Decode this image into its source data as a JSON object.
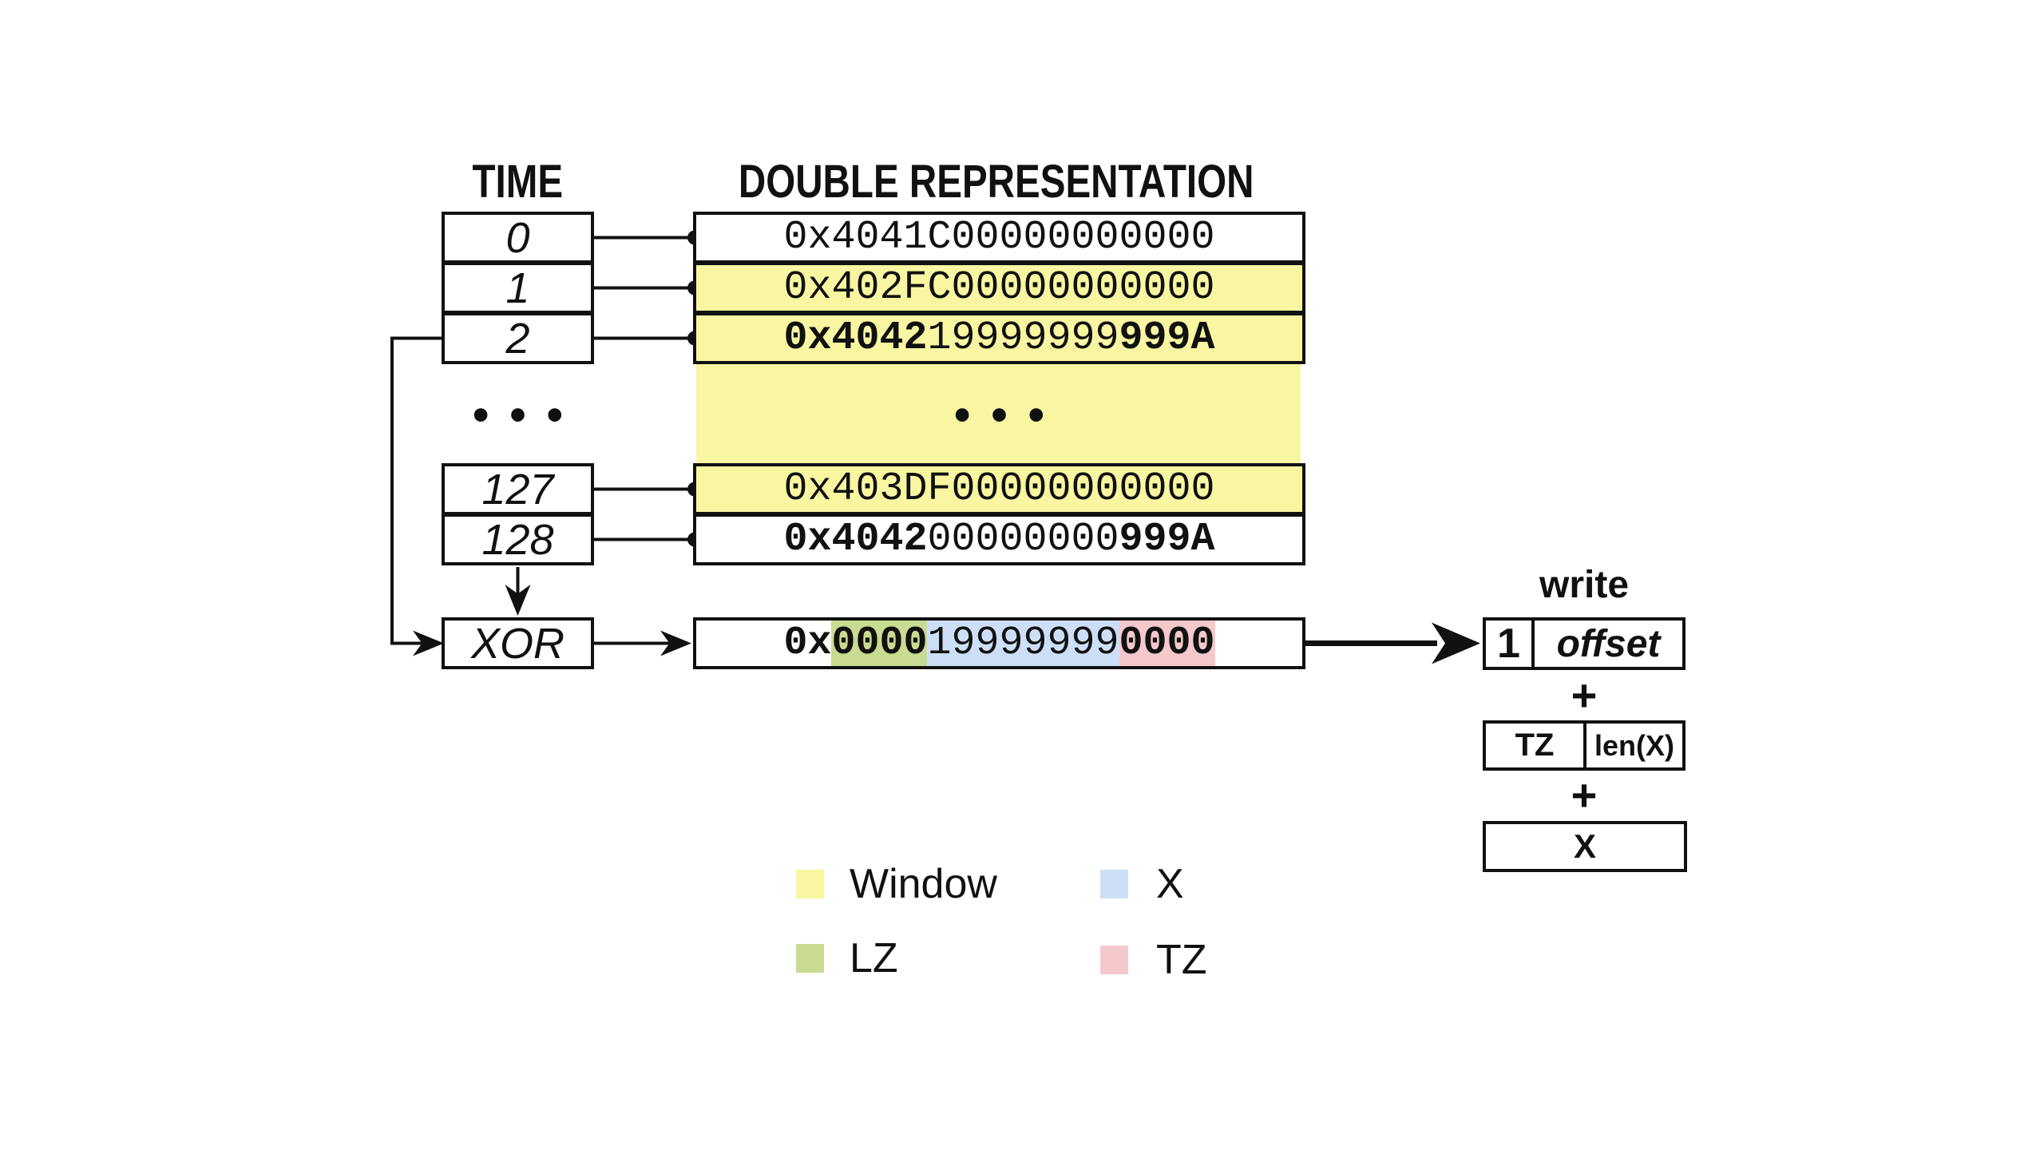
{
  "figure": {
    "headers": {
      "time": "TIME",
      "double_representation": "DOUBLE REPRESENTATION"
    },
    "ellipsis": "•••"
  },
  "table": {
    "rows": [
      {
        "time": "0",
        "window": false,
        "segments": [
          {
            "text": "0x4041C00000000000",
            "bold": false
          }
        ]
      },
      {
        "time": "1",
        "window": true,
        "segments": [
          {
            "text": "0x402FC00000000000",
            "bold": false
          }
        ]
      },
      {
        "time": "2",
        "window": true,
        "segments": [
          {
            "text": "0x4042",
            "bold": true
          },
          {
            "text": "19999999",
            "bold": false
          },
          {
            "text": "999A",
            "bold": true
          }
        ]
      },
      {
        "time": "127",
        "window": true,
        "segments": [
          {
            "text": "0x403DF00000000000",
            "bold": false
          }
        ]
      },
      {
        "time": "128",
        "window": false,
        "segments": [
          {
            "text": "0x4042",
            "bold": true
          },
          {
            "text": "00000000",
            "bold": false
          },
          {
            "text": "999A",
            "bold": true
          }
        ]
      }
    ]
  },
  "xor": {
    "label": "XOR",
    "result_segments": [
      {
        "text": "0x",
        "bold": true,
        "bg": "none"
      },
      {
        "text": "0000",
        "bold": true,
        "bg": "lz"
      },
      {
        "text": "19999999",
        "bold": false,
        "bg": "x"
      },
      {
        "text": "0000",
        "bold": true,
        "bg": "tz"
      }
    ]
  },
  "write": {
    "title": "write",
    "flag": "1",
    "offset_label": "offset",
    "plus": "+",
    "tz_label": "TZ",
    "len_label": "len(X)",
    "x_label": "X"
  },
  "legend": {
    "items": [
      {
        "label": "Window",
        "color_key": "window"
      },
      {
        "label": "X",
        "color_key": "x"
      },
      {
        "label": "LZ",
        "color_key": "lz"
      },
      {
        "label": "TZ",
        "color_key": "tz"
      }
    ]
  },
  "colors": {
    "window": "#F8F6A1",
    "lz": "#C9DB90",
    "x": "#CDDFF6",
    "tz": "#F5C9CB",
    "line": "#111111"
  }
}
